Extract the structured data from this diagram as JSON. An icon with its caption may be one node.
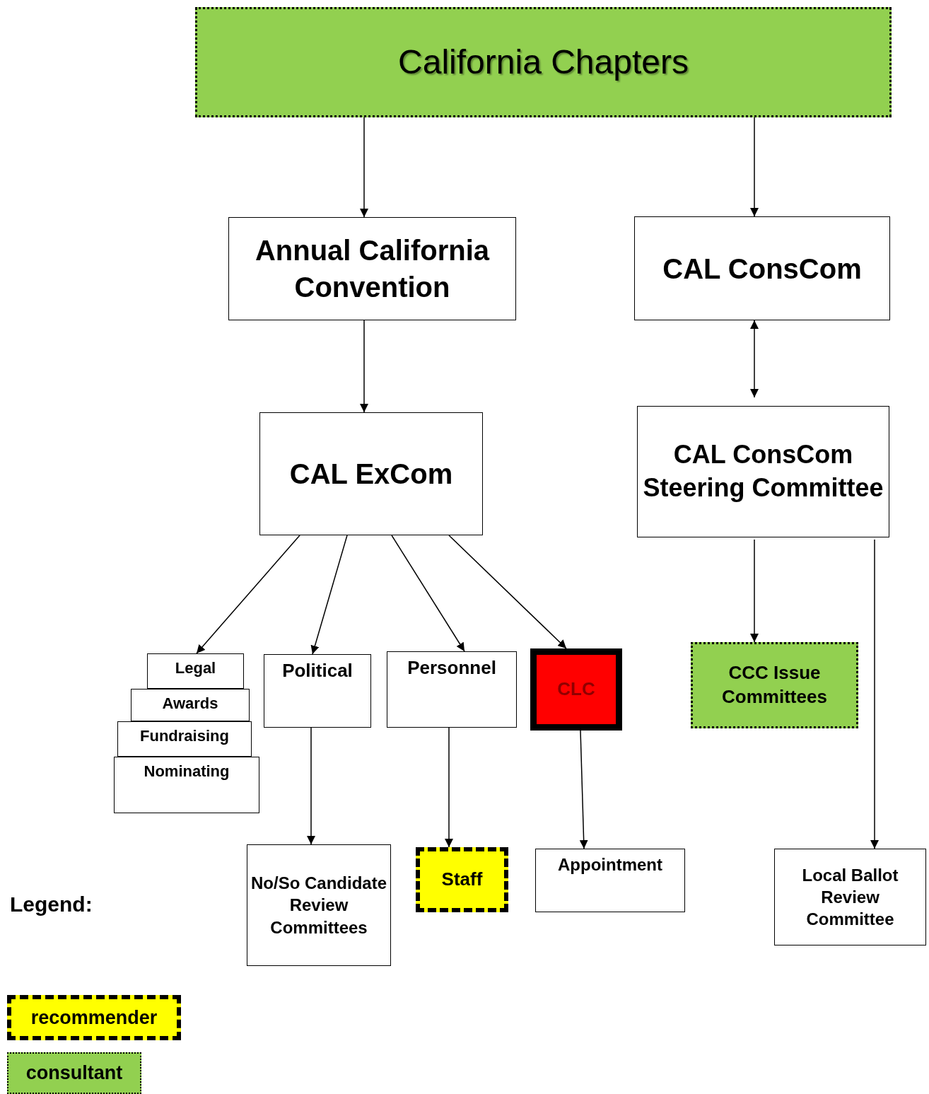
{
  "diagram": {
    "nodes": [
      {
        "text": [
          "California Chapters"
        ]
      },
      {
        "text": [
          "Annual California Convention"
        ]
      },
      {
        "text": [
          "CAL ConsCom"
        ]
      },
      {
        "text": [
          "CAL ExCom"
        ]
      },
      {
        "text": [
          "CAL ConsCom Steering Committee"
        ]
      },
      {
        "text": [
          "Legal"
        ]
      },
      {
        "text": [
          "Awards"
        ]
      },
      {
        "text": [
          "Fundraising"
        ]
      },
      {
        "text": [
          "Nominating"
        ]
      },
      {
        "text": [
          "Political"
        ]
      },
      {
        "text": [
          "Personnel"
        ]
      },
      {
        "text": [
          "CLC"
        ]
      },
      {
        "text": [
          "CCC Issue Committees"
        ]
      },
      {
        "text": [
          "No/So Candidate Review Committees"
        ]
      },
      {
        "text": [
          "Staff"
        ]
      },
      {
        "text": [
          "Appointment"
        ]
      },
      {
        "text": [
          "Local Ballot Review Committee"
        ]
      }
    ],
    "edges": [
      {
        "from": 0,
        "to": 1,
        "arrow": "to"
      },
      {
        "from": 0,
        "to": 2,
        "arrow": "to"
      },
      {
        "from": 1,
        "to": 3,
        "arrow": "to"
      },
      {
        "from": 2,
        "to": 4,
        "arrow": "both"
      },
      {
        "from": 3,
        "to": 5,
        "arrow": "to"
      },
      {
        "from": 3,
        "to": 9,
        "arrow": "to"
      },
      {
        "from": 3,
        "to": 10,
        "arrow": "to"
      },
      {
        "from": 3,
        "to": 11,
        "arrow": "to"
      },
      {
        "from": 4,
        "to": 12,
        "arrow": "to"
      },
      {
        "from": 4,
        "to": 16,
        "arrow": "to"
      },
      {
        "from": 9,
        "to": 13,
        "arrow": "to"
      },
      {
        "from": 10,
        "to": 14,
        "arrow": "to"
      },
      {
        "from": 11,
        "to": 15,
        "arrow": "to"
      }
    ],
    "labels": [
      "Legend:"
    ],
    "legend": [
      {
        "text": "recommender",
        "color": "#ffff00"
      },
      {
        "text": "consultant",
        "color": "#92d050"
      }
    ]
  }
}
